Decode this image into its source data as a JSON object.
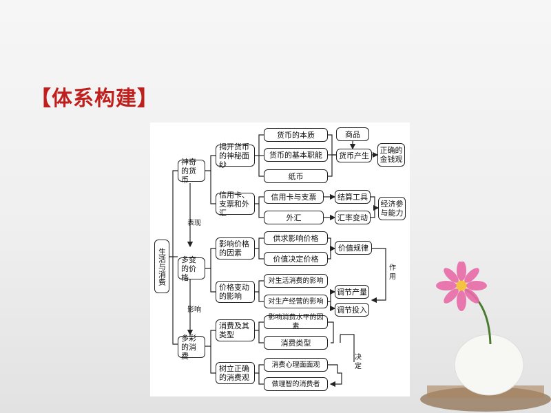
{
  "title": "【体系构建】",
  "root": "生活与消费",
  "level1": {
    "money": "神奇的货币",
    "price": "多变的价格",
    "consumption": "多彩的消费"
  },
  "level2": {
    "reveal_money": "揭开货币的神秘面纱",
    "credit_forex": "信用卡、支票和外汇",
    "price_factors": "影响价格的因素",
    "price_change_impact": "价格变动的影响",
    "consumption_types": "消费及其类型",
    "correct_view": "树立正确的消费观"
  },
  "level3": {
    "essence": "货币的本质",
    "functions": "货币的基本职能",
    "paper_money": "纸币",
    "credit_cheque": "信用卡与支票",
    "forex": "外汇",
    "supply_demand": "供求影响价格",
    "value_decides": "价值决定价格",
    "life_consumption": "对生活消费的影响",
    "production": "对生产经营的影响",
    "consumption_factors": "影响消费水平的因素",
    "consumption_type": "消费类型",
    "psychology": "消费心理面面观",
    "wise_consumer": "做理智的消费者"
  },
  "level4": {
    "commodity": "商品",
    "money_origin": "货币产生",
    "correct_money_view": "正确的金钱观",
    "settlement": "结算工具",
    "exchange_rate": "汇率变动",
    "economy": "经济参与能力",
    "value_law": "价值规律",
    "adjust_output": "调节产量",
    "adjust_input": "调节投入"
  },
  "labels": {
    "manifest": "表现",
    "influence": "影响",
    "effect": "作用",
    "decide": "决定"
  }
}
